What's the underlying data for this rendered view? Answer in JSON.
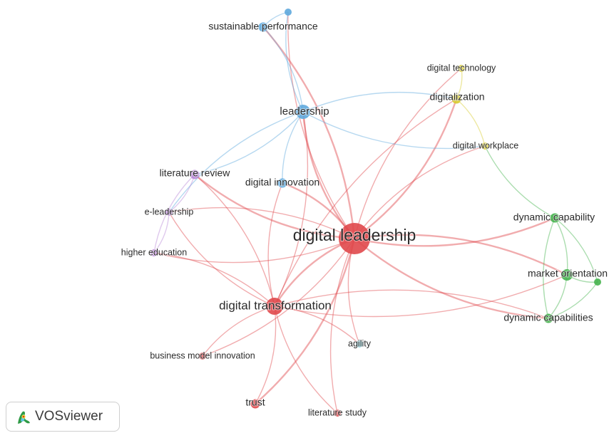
{
  "colors": {
    "red": "#e0484b",
    "blue": "#5ea8dd",
    "yellow": "#d7cb2f",
    "green": "#45b34d",
    "purple": "#b987d8",
    "cyan": "#63c6d6"
  },
  "nodes": [
    {
      "id": "digital-leadership",
      "label": "digital leadership",
      "cluster": "red",
      "weight": 10
    },
    {
      "id": "digital-transformation",
      "label": "digital transformation",
      "cluster": "red",
      "weight": 6
    },
    {
      "id": "business-model-innovation",
      "label": "business model innovation",
      "cluster": "red",
      "weight": 1
    },
    {
      "id": "trust",
      "label": "trust",
      "cluster": "red",
      "weight": 2
    },
    {
      "id": "literature-study",
      "label": "literature study",
      "cluster": "red",
      "weight": 1
    },
    {
      "id": "leadership",
      "label": "leadership",
      "cluster": "blue",
      "weight": 4
    },
    {
      "id": "sustainable-performance",
      "label": "sustainable performance",
      "cluster": "blue",
      "weight": 2
    },
    {
      "id": "unlabeled-blue-node",
      "label": "",
      "cluster": "blue",
      "weight": 1
    },
    {
      "id": "digital-innovation",
      "label": "digital innovation",
      "cluster": "blue",
      "weight": 2
    },
    {
      "id": "digital-technology",
      "label": "digital technology",
      "cluster": "yellow",
      "weight": 1
    },
    {
      "id": "digitalization",
      "label": "digitalization",
      "cluster": "yellow",
      "weight": 2
    },
    {
      "id": "digital-workplace",
      "label": "digital workplace",
      "cluster": "yellow",
      "weight": 1
    },
    {
      "id": "dynamic-capability",
      "label": "dynamic capability",
      "cluster": "green",
      "weight": 2
    },
    {
      "id": "market-orientation",
      "label": "market orientation",
      "cluster": "green",
      "weight": 3
    },
    {
      "id": "unlabeled-green-node",
      "label": "",
      "cluster": "green",
      "weight": 1
    },
    {
      "id": "dynamic-capabilities",
      "label": "dynamic capabilities",
      "cluster": "green",
      "weight": 2
    },
    {
      "id": "literature-review",
      "label": "literature review",
      "cluster": "purple",
      "weight": 2
    },
    {
      "id": "e-leadership",
      "label": "e-leadership",
      "cluster": "purple",
      "weight": 1
    },
    {
      "id": "higher-education",
      "label": "higher education",
      "cluster": "purple",
      "weight": 1
    },
    {
      "id": "agility",
      "label": "agility",
      "cluster": "cyan",
      "weight": 1
    }
  ],
  "edges": [
    [
      "digital-leadership",
      "digital-transformation"
    ],
    [
      "digital-leadership",
      "leadership"
    ],
    [
      "digital-leadership",
      "sustainable-performance"
    ],
    [
      "digital-leadership",
      "unlabeled-blue-node"
    ],
    [
      "digital-leadership",
      "digital-innovation"
    ],
    [
      "digital-leadership",
      "digital-technology"
    ],
    [
      "digital-leadership",
      "digitalization"
    ],
    [
      "digital-leadership",
      "digital-workplace"
    ],
    [
      "digital-leadership",
      "dynamic-capability"
    ],
    [
      "digital-leadership",
      "market-orientation"
    ],
    [
      "digital-leadership",
      "dynamic-capabilities"
    ],
    [
      "digital-leadership",
      "literature-review"
    ],
    [
      "digital-leadership",
      "e-leadership"
    ],
    [
      "digital-leadership",
      "higher-education"
    ],
    [
      "digital-leadership",
      "agility"
    ],
    [
      "digital-leadership",
      "trust"
    ],
    [
      "digital-leadership",
      "literature-study"
    ],
    [
      "digital-leadership",
      "business-model-innovation"
    ],
    [
      "digital-transformation",
      "leadership"
    ],
    [
      "digital-transformation",
      "digital-innovation"
    ],
    [
      "digital-transformation",
      "business-model-innovation"
    ],
    [
      "digital-transformation",
      "trust"
    ],
    [
      "digital-transformation",
      "literature-study"
    ],
    [
      "digital-transformation",
      "agility"
    ],
    [
      "digital-transformation",
      "literature-review"
    ],
    [
      "digital-transformation",
      "e-leadership"
    ],
    [
      "digital-transformation",
      "higher-education"
    ],
    [
      "digital-transformation",
      "digitalization"
    ],
    [
      "digital-transformation",
      "market-orientation"
    ],
    [
      "digital-transformation",
      "dynamic-capabilities"
    ],
    [
      "leadership",
      "sustainable-performance"
    ],
    [
      "leadership",
      "unlabeled-blue-node"
    ],
    [
      "leadership",
      "digital-innovation"
    ],
    [
      "leadership",
      "literature-review"
    ],
    [
      "leadership",
      "e-leadership"
    ],
    [
      "leadership",
      "digitalization"
    ],
    [
      "leadership",
      "digital-workplace"
    ],
    [
      "sustainable-performance",
      "unlabeled-blue-node"
    ],
    [
      "digitalization",
      "digital-technology"
    ],
    [
      "digitalization",
      "digital-workplace"
    ],
    [
      "digital-workplace",
      "dynamic-capability"
    ],
    [
      "dynamic-capability",
      "market-orientation"
    ],
    [
      "dynamic-capability",
      "dynamic-capabilities"
    ],
    [
      "dynamic-capability",
      "unlabeled-green-node"
    ],
    [
      "market-orientation",
      "unlabeled-green-node"
    ],
    [
      "market-orientation",
      "dynamic-capabilities"
    ],
    [
      "dynamic-capabilities",
      "unlabeled-green-node"
    ],
    [
      "literature-review",
      "e-leadership"
    ],
    [
      "literature-review",
      "higher-education"
    ],
    [
      "e-leadership",
      "higher-education"
    ]
  ],
  "branding": {
    "label": "VOSviewer",
    "icon": "vosviewer-logo-icon"
  }
}
